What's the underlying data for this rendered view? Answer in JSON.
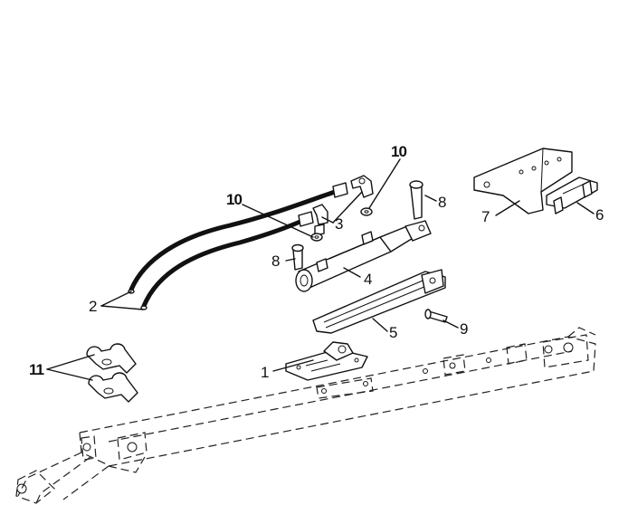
{
  "callouts": {
    "c1": "1",
    "c2": "2",
    "c3": "3",
    "c4": "4",
    "c5": "5",
    "c6": "6",
    "c7": "7",
    "c8a": "8",
    "c8b": "8",
    "c9": "9",
    "c10a": "10",
    "c10b": "10",
    "c11": "11"
  }
}
